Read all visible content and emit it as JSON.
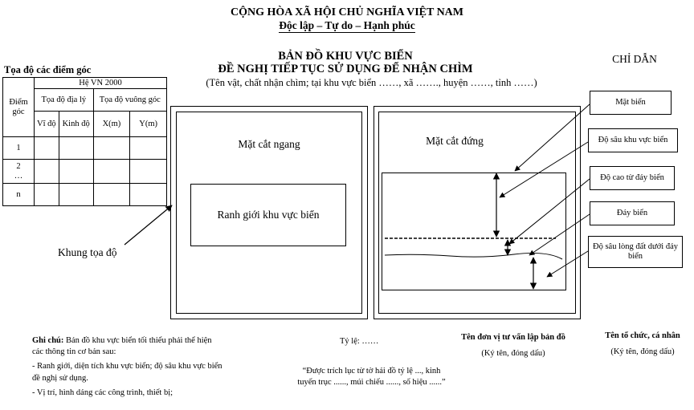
{
  "header": {
    "national_name": "CỘNG HÒA XÃ HỘI CHỦ NGHĨA VIỆT NAM",
    "motto": "Độc lập – Tự do – Hạnh phúc"
  },
  "title": {
    "line1": "BẢN ĐỒ KHU VỰC BIỂN",
    "line2": "ĐỀ NGHỊ TIẾP TỤC SỬ DỤNG ĐỂ NHẬN CHÌM",
    "line3": "(Tên vật, chất nhận chìm; tại khu vực biển ……, xã ……., huyện ……, tỉnh ……)"
  },
  "guide_title": "CHỈ DẪN",
  "coord_table": {
    "title": "Tọa độ các điểm góc",
    "col_point": "Điểm góc",
    "system": "Hệ VN 2000",
    "geo": "Tọa độ địa lý",
    "projected": "Tọa độ vuông góc",
    "lat": "Vĩ độ",
    "lon": "Kinh độ",
    "x": "X(m)",
    "y": "Y(m)",
    "rows": [
      "1",
      "2\n…",
      "n"
    ]
  },
  "left_panel": {
    "title": "Mặt cắt ngang",
    "boundary": "Ranh giới khu vực biển"
  },
  "right_panel": {
    "title": "Mặt cắt đứng"
  },
  "frame_label": "Khung tọa độ",
  "callouts": [
    "Mặt biển",
    "Độ sâu khu vực biển",
    "Độ cao từ đáy biển",
    "Đáy biển",
    "Độ sâu lòng đất dưới đáy biển"
  ],
  "footer": {
    "note_label": "Ghi chú:",
    "note_text": " Bản đồ khu vực biển tối thiểu phải thể hiện các thông tin cơ bản sau:",
    "note_item1": "- Ranh giới, diện tích khu vực biển; độ sâu khu vực biển đề nghị sử dụng.",
    "note_item2": "- Vị trí, hình dáng các công trình, thiết bị;",
    "scale": "Tỷ lệ: ……",
    "extract": "“Được trích lục từ tờ hải đồ tỷ lệ ..., kinh tuyến trục ......, múi chiếu ......, số hiệu ......”",
    "consultant_title": "Tên đơn vị tư vấn lập bản đồ",
    "consultant_sign": "(Ký tên, đóng dấu)",
    "org_title": "Tên tổ chức, cá nhân",
    "org_sign": "(Ký tên, đóng dấu)"
  }
}
